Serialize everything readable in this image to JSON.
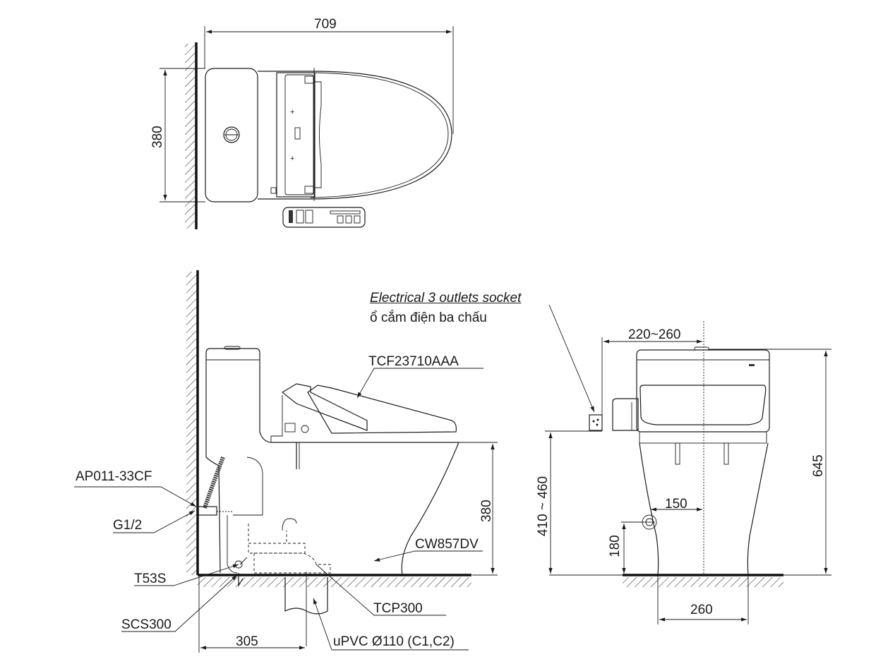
{
  "top_view": {
    "dim_length": "709",
    "dim_width": "380"
  },
  "side_view": {
    "seat_model": "TCF23710AAA",
    "bowl_model": "CW857DV",
    "supply_valve": "AP011-33CF",
    "thread_size": "G1/2",
    "seat_bolt": "T53S",
    "floor_seal": "SCS300",
    "outlet_adapter": "TCP300",
    "drain_pipe": "uPVC Ø110 (C1,C2)",
    "dim_rough_in": "305",
    "dim_seat_height": "380"
  },
  "front_view": {
    "socket_label_en": "Electrical 3 outlets socket",
    "socket_label_vi": "ổ cắm điện ba chấu",
    "dim_socket_offset": "220~260",
    "dim_socket_height": "410 ~ 460",
    "dim_total_height": "645",
    "dim_valve_offset": "150",
    "dim_valve_height": "180",
    "dim_base_width": "260"
  }
}
